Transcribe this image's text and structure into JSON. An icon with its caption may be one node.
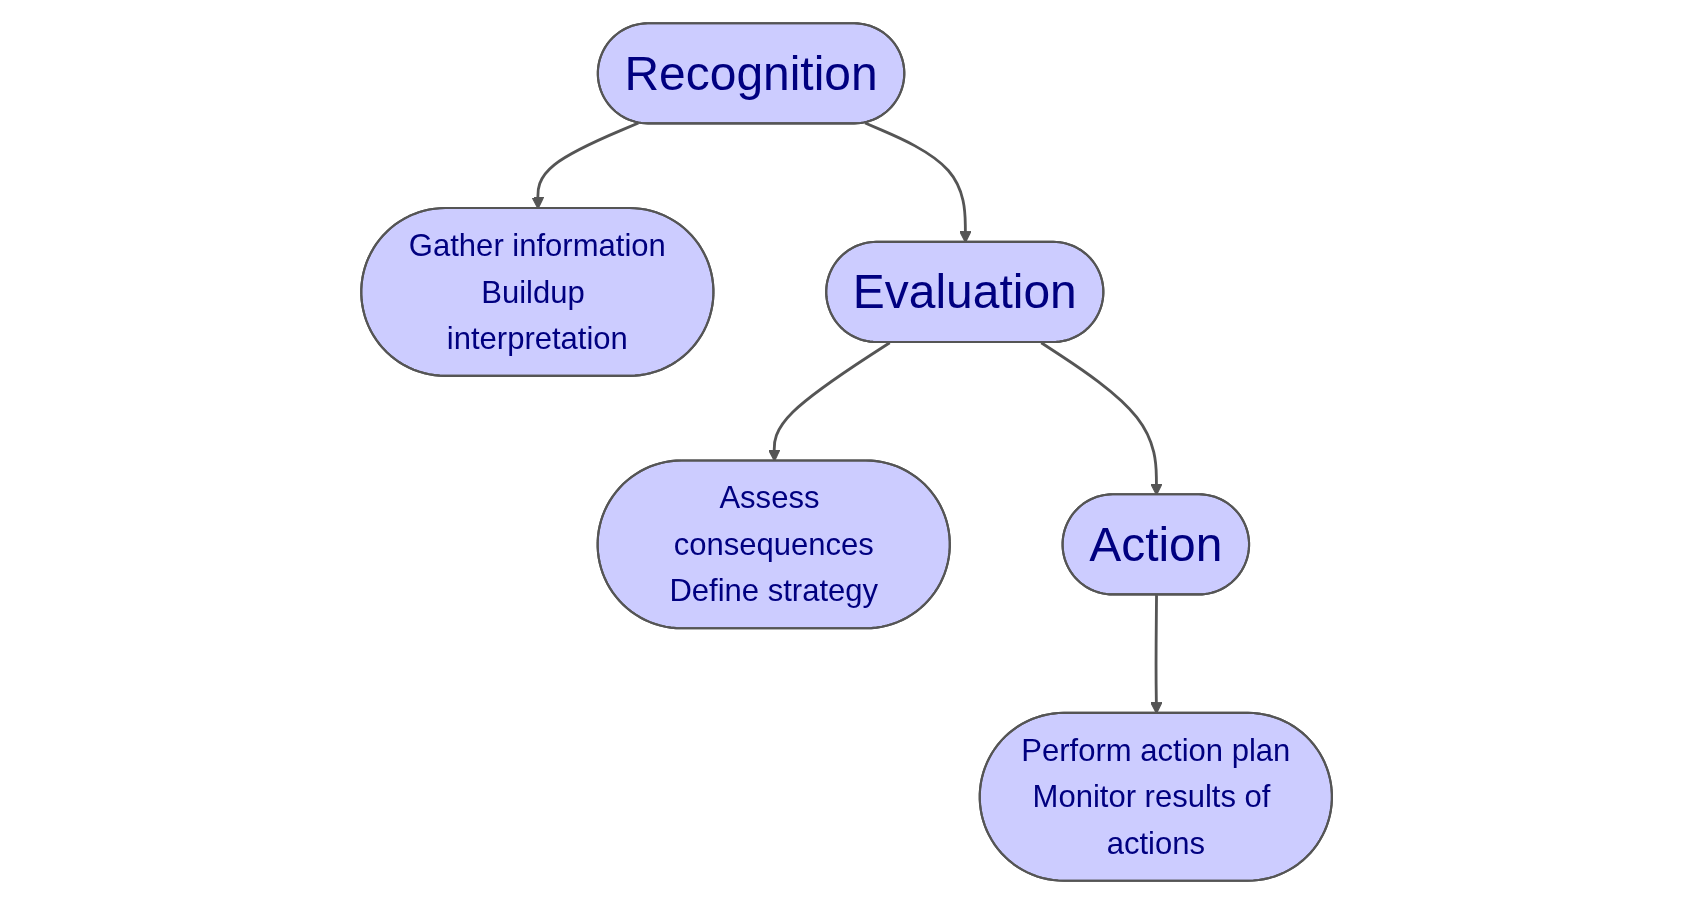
{
  "diagram": {
    "nodes": [
      {
        "text": [
          "Recognition"
        ]
      },
      {
        "text": [
          "Gather information",
          "Buildup interpretation"
        ]
      },
      {
        "text": [
          "Evaluation"
        ]
      },
      {
        "text": [
          "Assess consequences",
          "Define strategy"
        ]
      },
      {
        "text": [
          "Action"
        ]
      },
      {
        "text": [
          "Perform action plan",
          "Monitor results of actions"
        ]
      }
    ],
    "edges": [
      {
        "from": 0,
        "to": 1,
        "arrow": "to"
      },
      {
        "from": 0,
        "to": 2,
        "arrow": "to"
      },
      {
        "from": 2,
        "to": 3,
        "arrow": "to"
      },
      {
        "from": 2,
        "to": 4,
        "arrow": "to"
      },
      {
        "from": 4,
        "to": 5,
        "arrow": "to"
      }
    ]
  }
}
